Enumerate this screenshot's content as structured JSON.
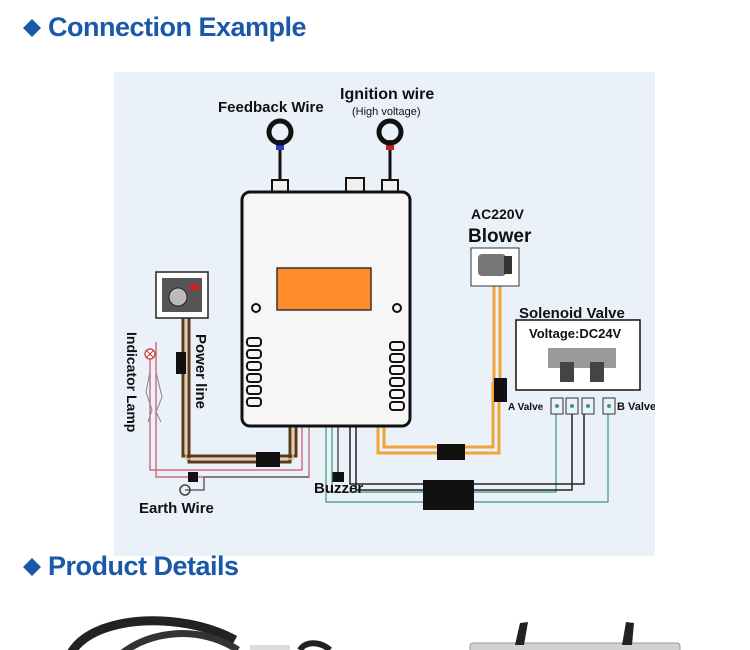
{
  "colors": {
    "heading": "#1a58a8",
    "diagram_bg": "#eaf1f8",
    "display": "#ff8c2a",
    "orange_wire": "#f2a33a",
    "brown_wire": "#5a3a1c",
    "green_wire": "#3a9a78",
    "red_wire": "#d05060"
  },
  "sections": {
    "connection_title": "Connection Example",
    "product_title": "Product Details"
  },
  "icons": {
    "section_marker": "diamond-icon"
  },
  "diagram": {
    "labels": {
      "feedback_wire": "Feedback Wire",
      "ignition_wire": "Ignition wire",
      "ignition_note": "(High voltage)",
      "ac220v": "AC220V",
      "blower": "Blower",
      "solenoid_valve": "Solenoid Valve",
      "voltage": "Voltage:DC24V",
      "a_valve": "A Valve",
      "b_valve": "B Valve",
      "power_line": "Power line",
      "indicator_lamp": "Indicator Lamp",
      "buzzer": "Buzzer",
      "earth_wire": "Earth Wire"
    }
  }
}
